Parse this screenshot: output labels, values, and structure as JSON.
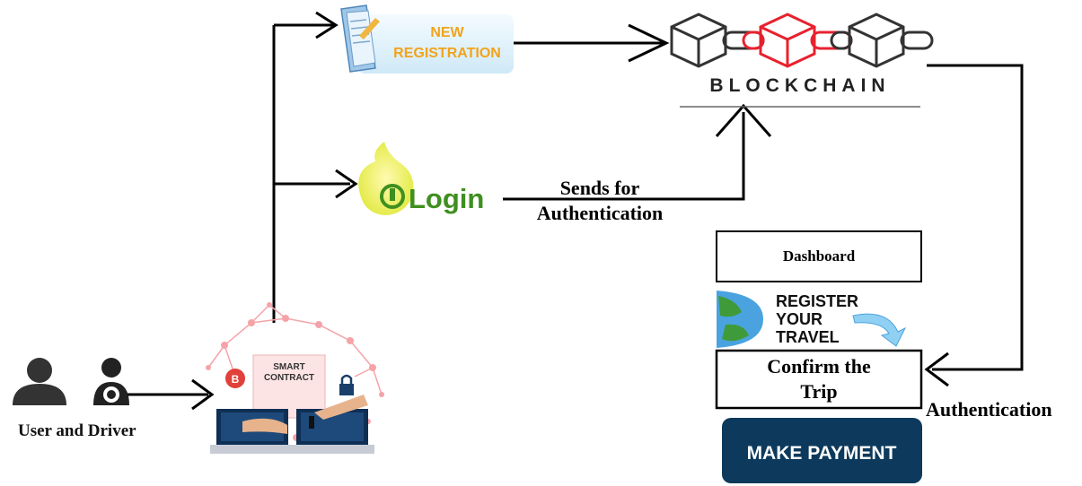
{
  "nodes": {
    "users_label": "User and Driver",
    "smart_contract": [
      "SMART",
      "CONTRACT"
    ],
    "registration": [
      "NEW",
      "REGISTRATION"
    ],
    "login": "Login",
    "blockchain": "BLOCKCHAIN",
    "dashboard": "Dashboard",
    "register_travel": [
      "REGISTER",
      "YOUR",
      "TRAVEL"
    ],
    "confirm_trip": [
      "Confirm the",
      "Trip"
    ],
    "make_payment": "MAKE PAYMENT"
  },
  "edges": {
    "sends_for_auth": [
      "Sends for",
      "Authentication"
    ],
    "authentication": "Authentication"
  },
  "colors": {
    "chain_red": "#e8212e",
    "chain_dark": "#333333",
    "payment_bg": "#0d3a5c",
    "registration_text": "#f2a31b",
    "login_green": "#3f8f1f",
    "login_yellow": "#e0e020"
  }
}
